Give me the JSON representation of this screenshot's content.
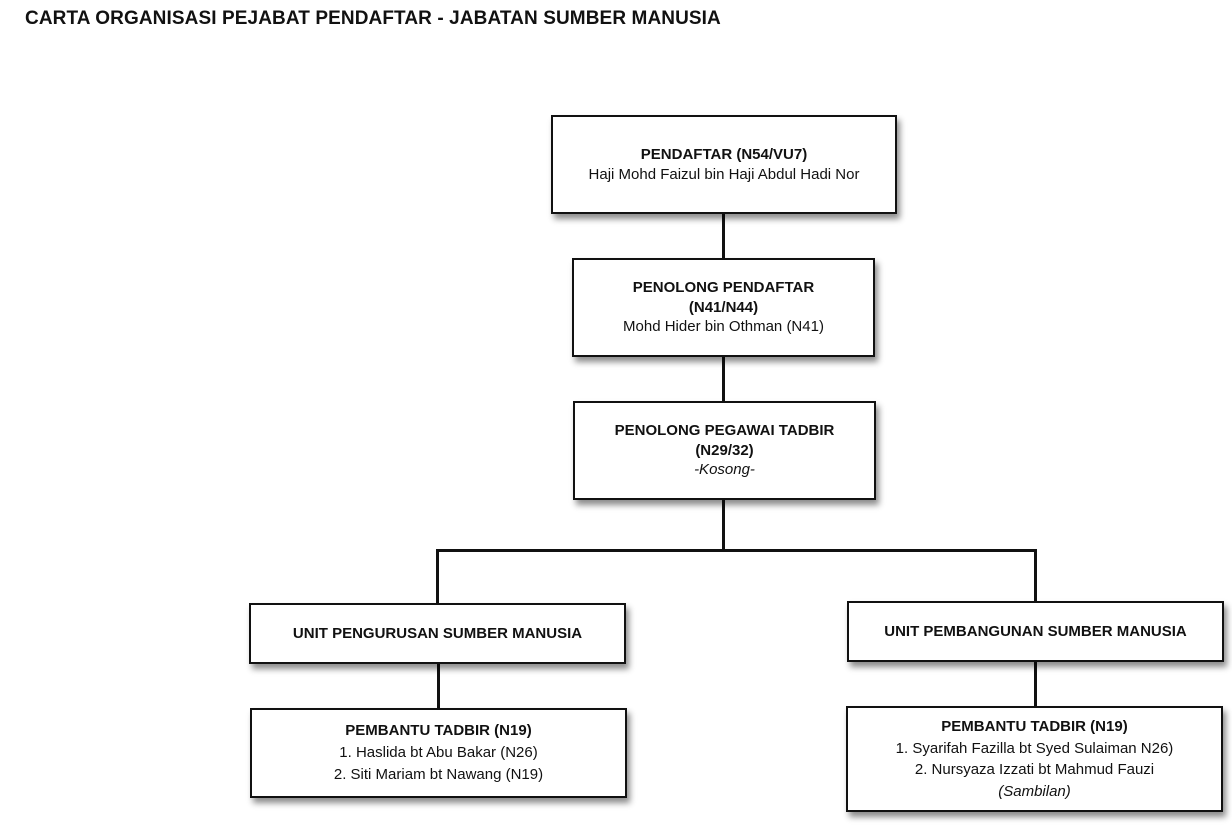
{
  "title": "CARTA ORGANISASI PEJABAT PENDAFTAR - JABATAN SUMBER MANUSIA",
  "nodes": {
    "pendaftar": {
      "heading": "PENDAFTAR (N54/VU7)",
      "name": "Haji Mohd Faizul bin Haji Abdul Hadi Nor"
    },
    "penolong_pendaftar": {
      "heading": "PENOLONG PENDAFTAR",
      "grade": "(N41/N44)",
      "name": "Mohd Hider  bin Othman (N41)"
    },
    "penolong_pegawai_tadbir": {
      "heading": "PENOLONG PEGAWAI TADBIR",
      "grade": "(N29/32)",
      "status": "-Kosong-"
    },
    "unit_pengurusan": {
      "heading": "UNIT PENGURUSAN SUMBER MANUSIA"
    },
    "unit_pembangunan": {
      "heading": "UNIT PEMBANGUNAN SUMBER MANUSIA"
    },
    "pembantu_tadbir_left": {
      "heading": "PEMBANTU TADBIR (N19)",
      "members": [
        "1. Haslida bt Abu Bakar (N26)",
        "2. Siti Mariam bt Nawang (N19)"
      ]
    },
    "pembantu_tadbir_right": {
      "heading": "PEMBANTU TADBIR (N19)",
      "members": [
        "1.  Syarifah Fazilla bt Syed Sulaiman N26)",
        "2. Nursyaza Izzati bt Mahmud Fauzi"
      ],
      "note": "(Sambilan)"
    }
  }
}
